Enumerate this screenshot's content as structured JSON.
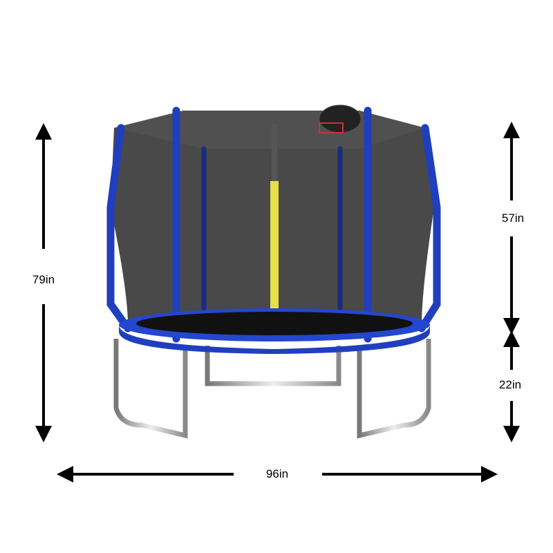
{
  "dimensions": {
    "total_height": "79in",
    "net_height": "57in",
    "frame_height": "22in",
    "diameter": "96in"
  },
  "colors": {
    "frame_blue": "#1f3fbf",
    "net": "#3a3a3a",
    "mat": "#111111",
    "pole_yellow": "#e6e04a",
    "arrow": "#000000"
  }
}
